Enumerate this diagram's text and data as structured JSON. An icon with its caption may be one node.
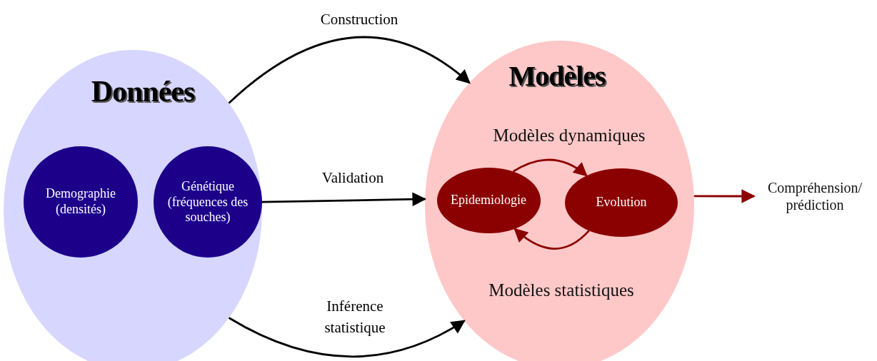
{
  "diagram": {
    "nodes": [
      {
        "text": [
          "Données"
        ]
      },
      {
        "text": [
          "Demographie (densités)"
        ],
        "in": 0
      },
      {
        "text": [
          "Génétique (fréquences des souches)"
        ],
        "in": 0
      },
      {
        "text": [
          "Modèles",
          "Modèles dynamiques",
          "Modèles statistiques"
        ]
      },
      {
        "text": [
          "Epidemiologie"
        ],
        "in": 3
      },
      {
        "text": [
          "Evolution"
        ],
        "in": 3
      },
      {
        "text": [
          "Compréhension/ prédiction"
        ]
      }
    ],
    "edges": [
      {
        "from": 0,
        "to": 3,
        "arrow": "to",
        "label": "Construction"
      },
      {
        "from": 0,
        "to": 3,
        "arrow": "to",
        "label": "Validation"
      },
      {
        "from": 0,
        "to": 3,
        "arrow": "to",
        "label": "Inférence statistique"
      },
      {
        "from": 4,
        "to": 5,
        "arrow": "to",
        "color": "#8b0000"
      },
      {
        "from": 5,
        "to": 4,
        "arrow": "to",
        "color": "#8b0000"
      },
      {
        "from": 3,
        "to": 6,
        "arrow": "to",
        "color": "#8b0000"
      }
    ]
  }
}
